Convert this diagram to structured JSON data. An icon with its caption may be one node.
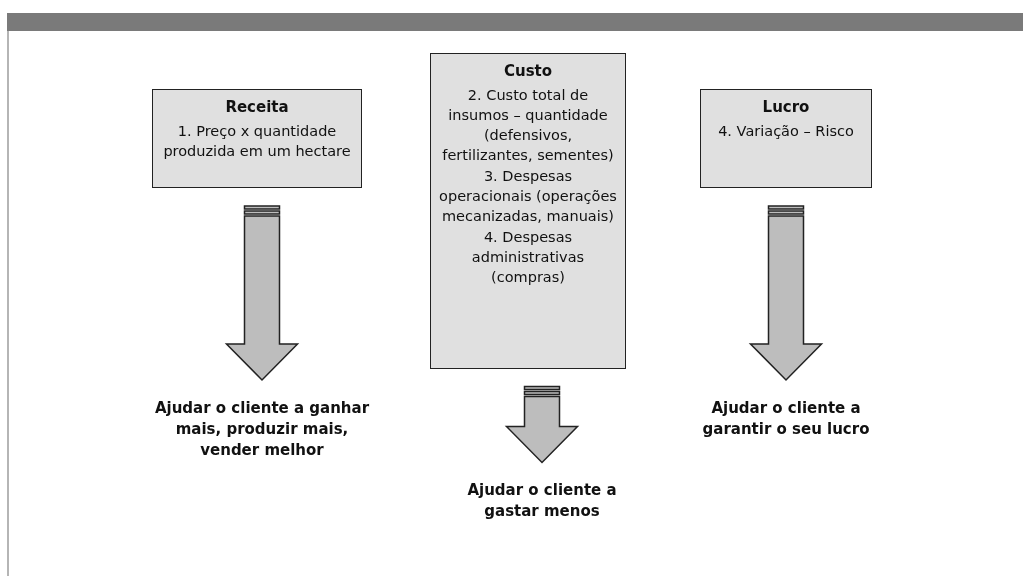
{
  "diagram": {
    "nodes": [
      {
        "text": [
          "Receita",
          "1. Preço x quantidade produzida em um hectare"
        ]
      },
      {
        "text": [
          "Custo",
          "2. Custo total de insumos – quantidade (defensivos, fertilizantes, sementes)",
          "3. Despesas operacionais (operações mecanizadas, manuais)",
          "4. Despesas administrativas (compras)"
        ]
      },
      {
        "text": [
          "Lucro",
          "4. Variação – Risco"
        ]
      },
      {
        "text": [
          "Ajudar o cliente a ganhar mais, produzir mais, vender melhor"
        ]
      },
      {
        "text": [
          "Ajudar o cliente a gastar menos"
        ]
      },
      {
        "text": [
          "Ajudar o cliente a garantir o seu lucro"
        ]
      }
    ],
    "edges": [
      {
        "from": 0,
        "to": 3,
        "arrow": "to"
      },
      {
        "from": 1,
        "to": 4,
        "arrow": "to"
      },
      {
        "from": 2,
        "to": 5,
        "arrow": "to"
      }
    ]
  }
}
